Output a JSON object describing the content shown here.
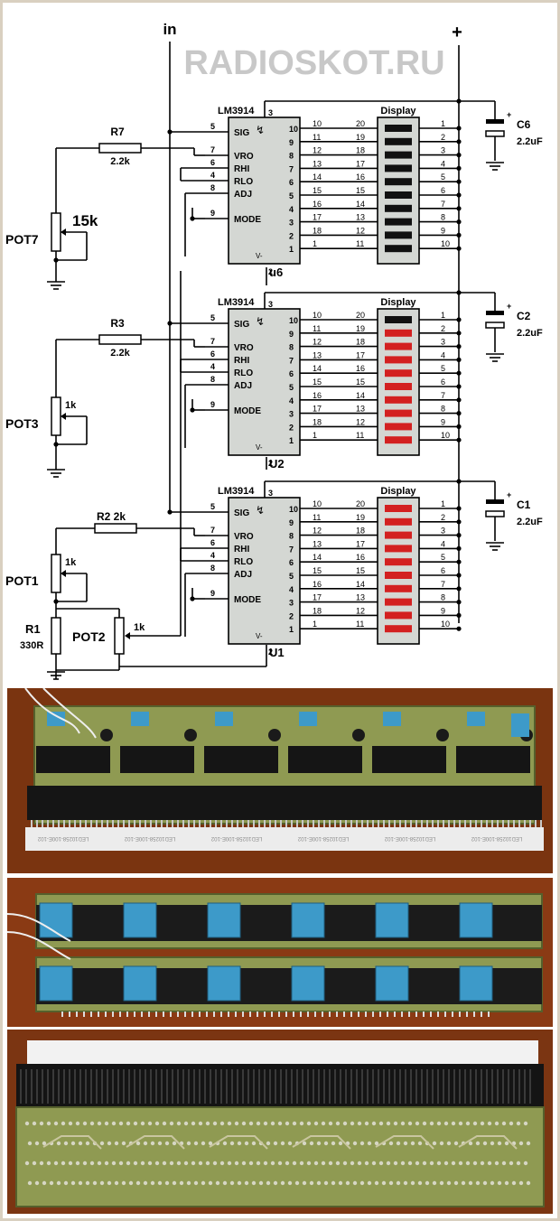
{
  "watermark": "RADIOSKOT.RU",
  "rails": {
    "input_label": "in",
    "supply_label": "+"
  },
  "stages": [
    {
      "chip": "LM3914",
      "ref": "u6",
      "resistor": {
        "name": "R7",
        "value": "2.2k"
      },
      "pot": {
        "name": "POT7",
        "value": "15k"
      },
      "cap": {
        "name": "C6",
        "value": "2.2uF"
      },
      "display": "Display",
      "red_bars": 0
    },
    {
      "chip": "LM3914",
      "ref": "U2",
      "resistor": {
        "name": "R3",
        "value": "2.2k"
      },
      "pot": {
        "name": "POT3",
        "value": "1k"
      },
      "cap": {
        "name": "C2",
        "value": "2.2uF"
      },
      "display": "Display",
      "red_bars": 9
    },
    {
      "chip": "LM3914",
      "ref": "U1",
      "resistor": {
        "name": "R2",
        "value": "2k"
      },
      "pot": {
        "name": "POT1",
        "value": "1k"
      },
      "cap": {
        "name": "C1",
        "value": "2.2uF"
      },
      "display": "Display",
      "red_bars": 10
    }
  ],
  "extra_parts": {
    "r1": {
      "name": "R1",
      "value": "330R"
    },
    "pot2": {
      "name": "POT2",
      "value": "1k"
    }
  },
  "pin_labels_left": [
    {
      "num": "5",
      "name": "SIG"
    },
    {
      "num": "7",
      "name": "VRO"
    },
    {
      "num": "6",
      "name": "RHI"
    },
    {
      "num": "4",
      "name": "RLO"
    },
    {
      "num": "8",
      "name": "ADJ"
    },
    {
      "num": "9",
      "name": "MODE"
    }
  ],
  "pin_top": "3",
  "pin_bottom": "2",
  "pin_right_numbers": [
    "10",
    "9",
    "8",
    "7",
    "6",
    "5",
    "4",
    "3",
    "2",
    "1"
  ],
  "chip_to_display_numbers": [
    "10",
    "11",
    "12",
    "13",
    "14",
    "15",
    "16",
    "17",
    "18",
    "1"
  ],
  "display_left_numbers": [
    "20",
    "19",
    "18",
    "17",
    "16",
    "15",
    "14",
    "13",
    "12",
    "11"
  ],
  "display_right_numbers": [
    "1",
    "2",
    "3",
    "4",
    "5",
    "6",
    "7",
    "8",
    "9",
    "10"
  ],
  "colors": {
    "wire": "#000000",
    "chip_fill": "#d4d7d3",
    "bar_black": "#111111",
    "bar_red": "#d32020",
    "display_fill": "#d4d7d3",
    "pcb_green": "#8f9a52",
    "pot_blue": "#3d9ac9",
    "ic_black": "#151515",
    "background_brown": "#7a3410"
  },
  "photos": [
    {
      "description_icon": "pcb-top-photo",
      "label_strip": [
        "LED10258-100E-102",
        "LED10258-100E-102",
        "LED10258-100E-102",
        "LED10258-100E-102",
        "LED10258-100E-102",
        "LED10258-100E-102"
      ]
    },
    {
      "description_icon": "pcb-stacked-photo"
    },
    {
      "description_icon": "pcb-bottom-photo"
    }
  ]
}
